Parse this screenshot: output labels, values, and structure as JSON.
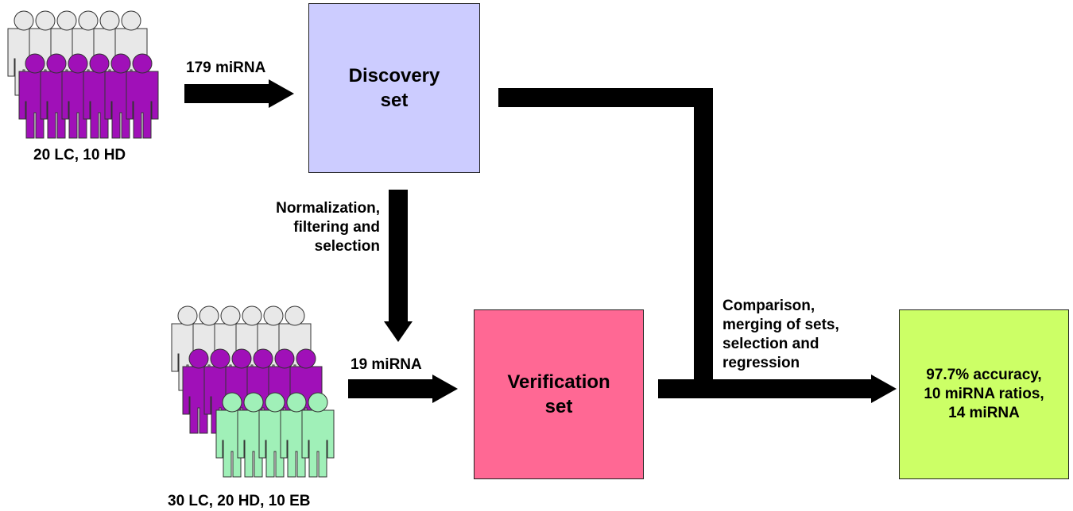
{
  "colors": {
    "person_gray": "#e8e8e8",
    "person_purple": "#a010b8",
    "person_green": "#a0f0b8",
    "discovery_fill": "#ccccff",
    "verification_fill": "#ff6894",
    "result_fill": "#ccff66",
    "arrow": "#000000"
  },
  "discovery": {
    "cohort_label": "20 LC, 10 HD",
    "arrow_label": "179 miRNA",
    "box": {
      "line1": "Discovery",
      "line2": "set"
    }
  },
  "filtering": {
    "line1": "Normalization,",
    "line2": "filtering and",
    "line3": "selection"
  },
  "verification": {
    "cohort_label": "30 LC, 20 HD, 10 EB",
    "arrow_label": "19 miRNA",
    "box": {
      "line1": "Verification",
      "line2": "set"
    }
  },
  "comparison": {
    "line1": "Comparison,",
    "line2": "merging of sets,",
    "line3": "selection and",
    "line4": "regression"
  },
  "result": {
    "line1": "97.7% accuracy,",
    "line2": "10 miRNA ratios,",
    "line3": "14 miRNA"
  }
}
